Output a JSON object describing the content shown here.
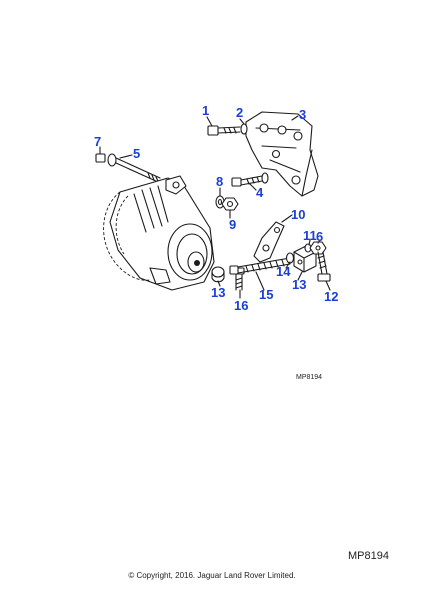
{
  "diagram": {
    "callouts": [
      {
        "id": "c1",
        "label": "1"
      },
      {
        "id": "c2",
        "label": "2"
      },
      {
        "id": "c3",
        "label": "3"
      },
      {
        "id": "c4",
        "label": "4"
      },
      {
        "id": "c5",
        "label": "5"
      },
      {
        "id": "c6",
        "label": "6"
      },
      {
        "id": "c7",
        "label": "7"
      },
      {
        "id": "c8",
        "label": "8"
      },
      {
        "id": "c9",
        "label": "9"
      },
      {
        "id": "c10",
        "label": "10"
      },
      {
        "id": "c11",
        "label": "11"
      },
      {
        "id": "c12",
        "label": "12"
      },
      {
        "id": "c13a",
        "label": "13"
      },
      {
        "id": "c13b",
        "label": "13"
      },
      {
        "id": "c14",
        "label": "14"
      },
      {
        "id": "c15",
        "label": "15"
      },
      {
        "id": "c16",
        "label": "16"
      }
    ],
    "reference_small": "MP8194",
    "reference_large": "MP8194",
    "callout_color": "#1a3fd6"
  },
  "footer": {
    "copyright": "© Copyright, 2016. Jaguar Land Rover Limited."
  }
}
